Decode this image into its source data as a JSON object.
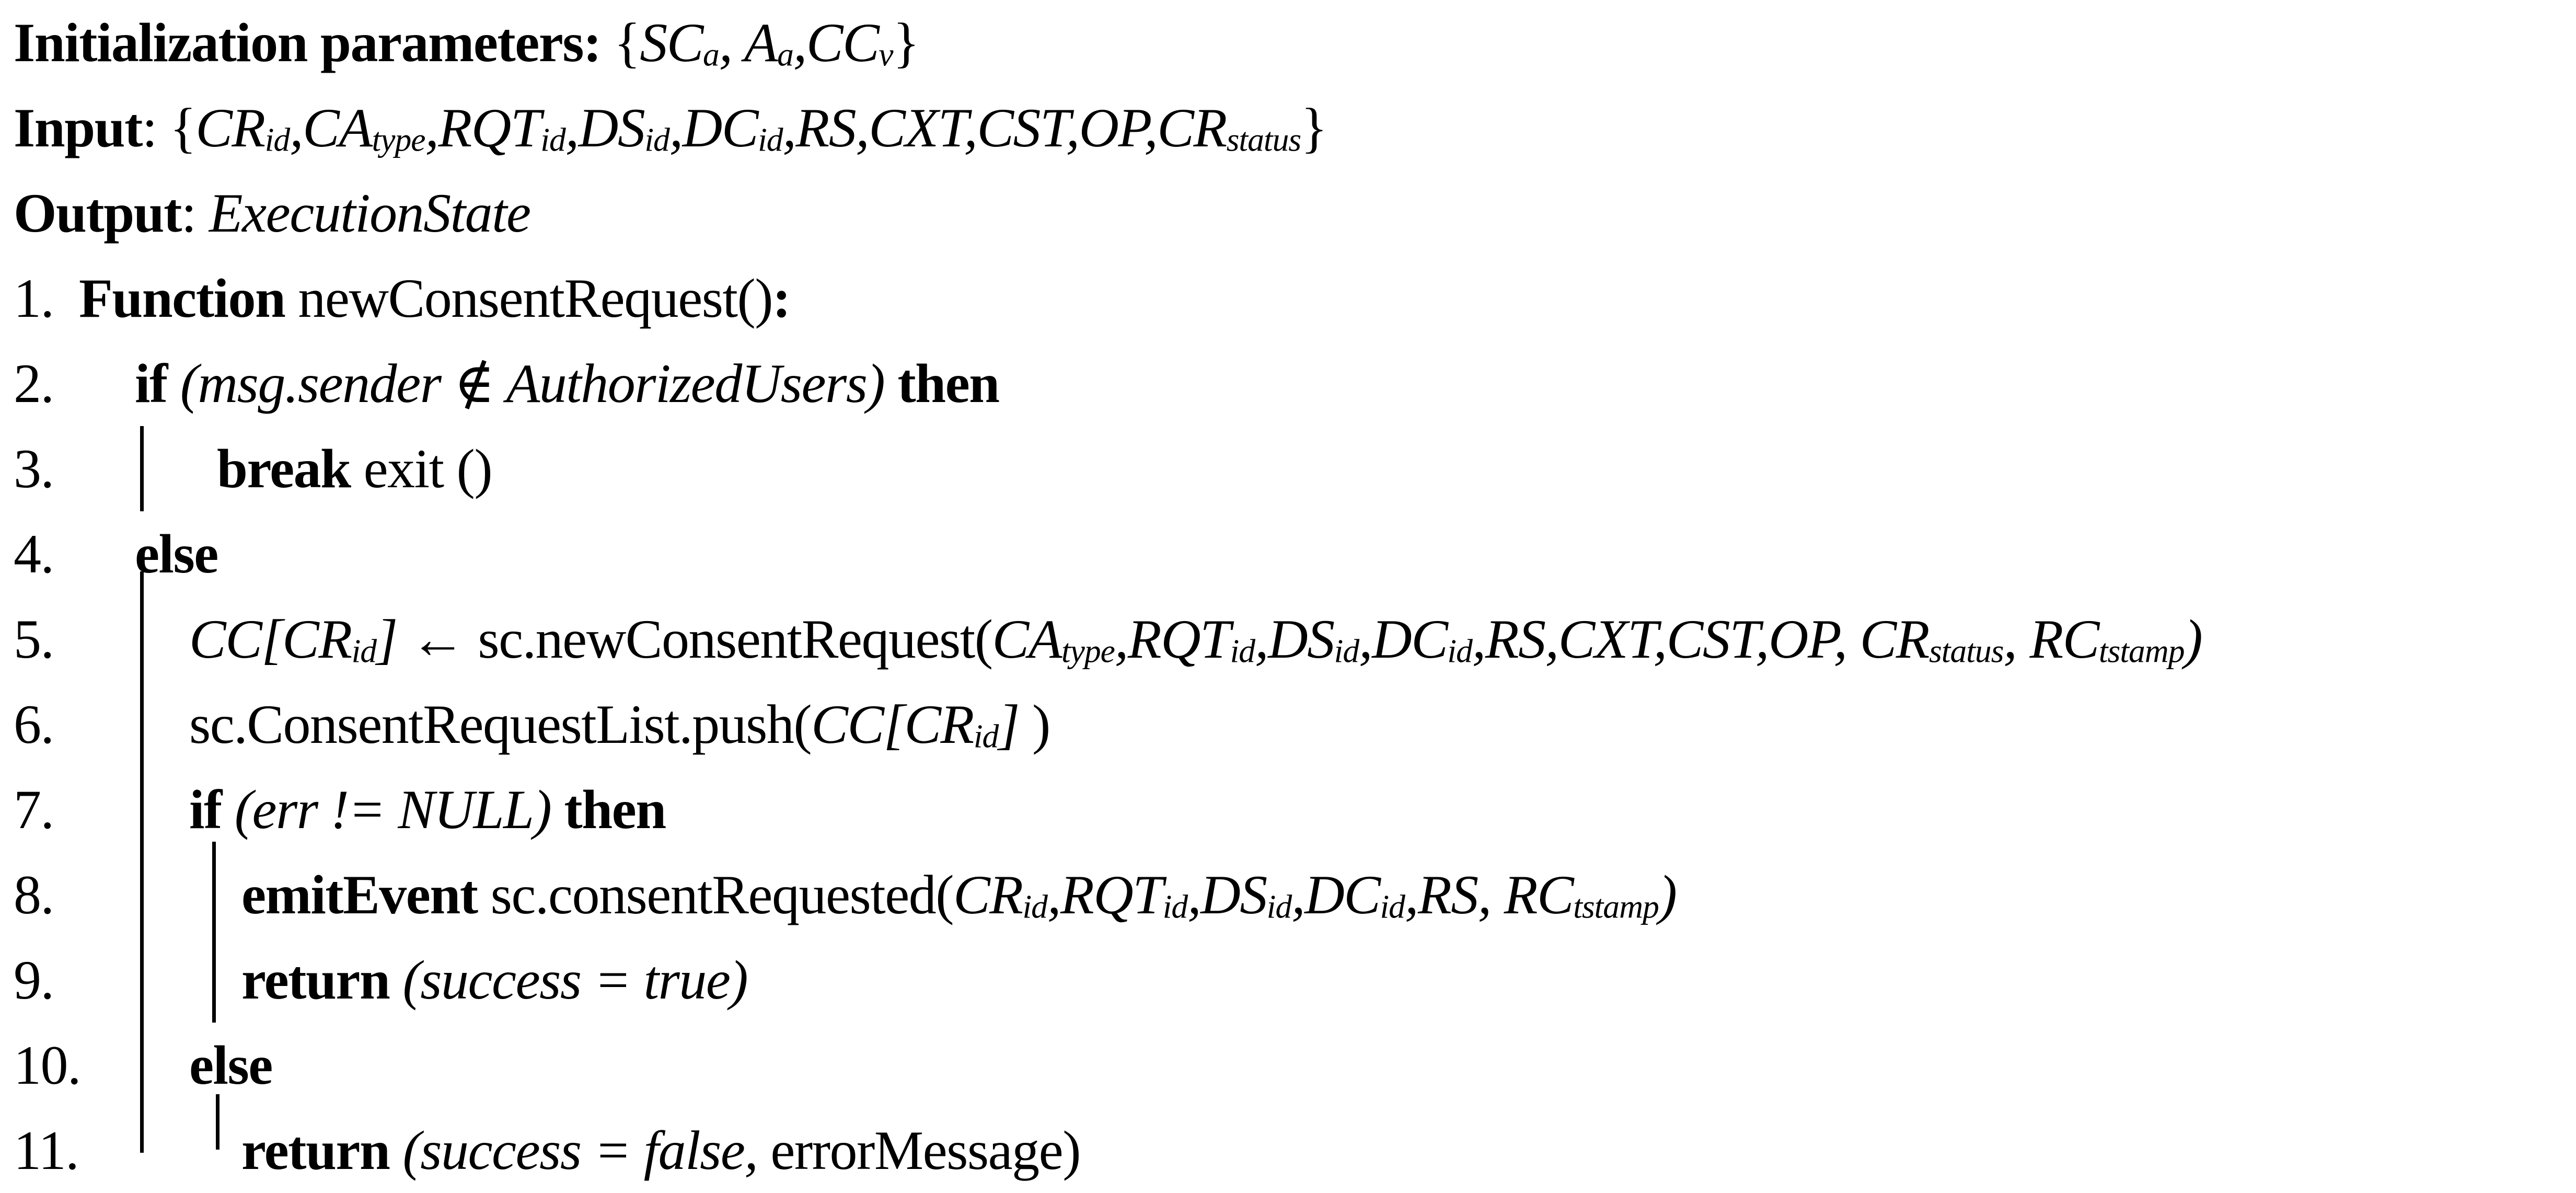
{
  "page": {
    "background_color": "#ffffff",
    "text_color": "#000000",
    "description": "Algorithm pseudocode listing: newConsentRequest smart-contract function"
  },
  "algorithm": {
    "rows": [
      {
        "number": "",
        "indent": "margin",
        "bars": [],
        "segments": [
          [
            "b",
            "Initialization parameters: "
          ],
          [
            "r",
            "{"
          ],
          [
            "i",
            "SC"
          ],
          [
            "s",
            "a"
          ],
          [
            "i",
            ", A"
          ],
          [
            "s",
            "a"
          ],
          [
            "i",
            ",CC"
          ],
          [
            "s",
            "v"
          ],
          [
            "r",
            "}"
          ]
        ]
      },
      {
        "number": "",
        "indent": "margin",
        "bars": [],
        "segments": [
          [
            "b",
            "Input"
          ],
          [
            "r",
            ": {"
          ],
          [
            "i",
            "CR"
          ],
          [
            "s",
            "id"
          ],
          [
            "i",
            ",CA"
          ],
          [
            "s",
            "type"
          ],
          [
            "i",
            ",RQT"
          ],
          [
            "s",
            "id"
          ],
          [
            "i",
            ",DS"
          ],
          [
            "s",
            "id"
          ],
          [
            "i",
            ",DC"
          ],
          [
            "s",
            "id"
          ],
          [
            "i",
            ",RS,CXT,CST,OP,CR"
          ],
          [
            "s",
            "status"
          ],
          [
            "r",
            "}"
          ]
        ]
      },
      {
        "number": "",
        "indent": "margin",
        "bars": [],
        "segments": [
          [
            "b",
            "Output"
          ],
          [
            "r",
            ": "
          ],
          [
            "i",
            "ExecutionState"
          ]
        ]
      },
      {
        "number": "1.",
        "indent": "fn",
        "bars": [],
        "segments": [
          [
            "b",
            "Function"
          ],
          [
            "r",
            " newConsentRequest()"
          ],
          [
            "b",
            ":"
          ]
        ]
      },
      {
        "number": "2.",
        "indent": "l1",
        "bars": [],
        "segments": [
          [
            "b",
            "if"
          ],
          [
            "i",
            " (msg.sender "
          ],
          [
            "r",
            "∉"
          ],
          [
            "i",
            " AuthorizedUsers) "
          ],
          [
            "b",
            "then"
          ]
        ]
      },
      {
        "number": "3.",
        "indent": "l2b",
        "bars": [
          "l1"
        ],
        "segments": [
          [
            "b",
            "break"
          ],
          [
            "r",
            " exit ()"
          ]
        ]
      },
      {
        "number": "4.",
        "indent": "l1",
        "bars": [],
        "segments": [
          [
            "b",
            "else"
          ]
        ]
      },
      {
        "number": "5.",
        "indent": "l2",
        "bars": [
          "l1x"
        ],
        "segments": [
          [
            "i",
            "CC[CR"
          ],
          [
            "s",
            "id"
          ],
          [
            "i",
            "]"
          ],
          [
            "r",
            " ← sc.newConsentRequest("
          ],
          [
            "i",
            "CA"
          ],
          [
            "s",
            "type"
          ],
          [
            "i",
            ",RQT"
          ],
          [
            "s",
            "id"
          ],
          [
            "i",
            ",DS"
          ],
          [
            "s",
            "id"
          ],
          [
            "i",
            ",DC"
          ],
          [
            "s",
            "id"
          ],
          [
            "i",
            ",RS,CXT,CST,OP, CR"
          ],
          [
            "s",
            "status"
          ],
          [
            "i",
            ", RC"
          ],
          [
            "s",
            "tstamp"
          ],
          [
            "i",
            ")"
          ]
        ]
      },
      {
        "number": "6.",
        "indent": "l2",
        "bars": [
          "l1"
        ],
        "segments": [
          [
            "r",
            "sc.ConsentRequestList.push("
          ],
          [
            "i",
            "CC[CR"
          ],
          [
            "s",
            "id"
          ],
          [
            "i",
            "]"
          ],
          [
            "r",
            " )"
          ]
        ]
      },
      {
        "number": "7.",
        "indent": "l2",
        "bars": [
          "l1"
        ],
        "segments": [
          [
            "b",
            "if"
          ],
          [
            "i",
            " (err != NULL) "
          ],
          [
            "b",
            "then"
          ]
        ]
      },
      {
        "number": "8.",
        "indent": "l3",
        "bars": [
          "l1",
          "l2x"
        ],
        "segments": [
          [
            "b",
            "emitEvent"
          ],
          [
            "r",
            " sc.consentRequested("
          ],
          [
            "i",
            "CR"
          ],
          [
            "s",
            "id"
          ],
          [
            "i",
            ",RQT"
          ],
          [
            "s",
            "id"
          ],
          [
            "i",
            ",DS"
          ],
          [
            "s",
            "id"
          ],
          [
            "i",
            ",DC"
          ],
          [
            "s",
            "id"
          ],
          [
            "i",
            ",RS, RC"
          ],
          [
            "s",
            "tstamp"
          ],
          [
            "i",
            ")"
          ]
        ]
      },
      {
        "number": "9.",
        "indent": "l3",
        "bars": [
          "l1",
          "l2"
        ],
        "segments": [
          [
            "b",
            "return"
          ],
          [
            "i",
            " (success = true)"
          ]
        ]
      },
      {
        "number": "10.",
        "indent": "l2",
        "bars": [
          "l1"
        ],
        "segments": [
          [
            "b",
            "else"
          ]
        ]
      },
      {
        "number": "11.",
        "indent": "l3",
        "bars": [
          "l1s",
          "tick"
        ],
        "segments": [
          [
            "b",
            "return"
          ],
          [
            "i",
            " (success = false,"
          ],
          [
            "r",
            " errorMessage)"
          ]
        ]
      }
    ]
  }
}
